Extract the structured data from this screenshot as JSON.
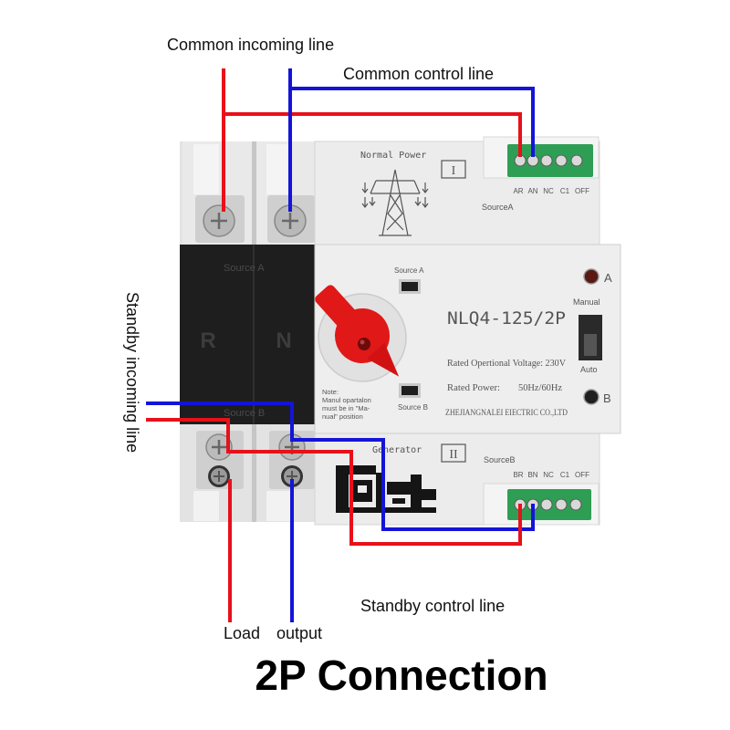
{
  "labels": {
    "common_incoming_line": "Common incoming line",
    "common_control_line": "Common control line",
    "standby_incoming_line": "Standby incoming line",
    "standby_control_line": "Standby control line",
    "load": "Load",
    "output": "output"
  },
  "title": "2P Connection",
  "device": {
    "source_a_panel": {
      "name": "Normal Power",
      "numeral": "I",
      "module_label": "SourceA",
      "terminals": [
        "AR",
        "AN",
        "NC",
        "C1",
        "OFF"
      ]
    },
    "source_b_panel": {
      "name": "Generator",
      "numeral": "II",
      "module_label": "SourceB",
      "terminals": [
        "BR",
        "BN",
        "NC",
        "C1",
        "OFF"
      ]
    },
    "poles": {
      "top_label": "Source A",
      "bottom_label": "Source B",
      "pole_1": "R",
      "pole_2": "N"
    },
    "indicator_windows": {
      "a": "Source A",
      "b": "Source B"
    },
    "model": "NLQ4-125/2P",
    "rated_voltage": "Rated Opertional Voltage: 230V",
    "rated_power_label": "Rated Power:",
    "rated_power_value": "50Hz/60Hz",
    "manufacturer": "ZHEJIANGNALEI EIECTRIC CO.,LTD",
    "note_lines": [
      "Note:",
      "Manul opartalon",
      "must be in \"Ma-",
      "nual\" position"
    ],
    "mode_switch": {
      "top": "Manual",
      "bottom": "Auto"
    },
    "lamps": {
      "a": "A",
      "b": "B"
    }
  },
  "colors": {
    "live_wire": "#e8101a",
    "neutral_wire": "#1414d8",
    "terminal_block": "#2f9e55",
    "handle": "#e01818",
    "housing": "#ececec",
    "pole_cover": "#1e1e1e"
  },
  "icons": [
    "pylon-icon",
    "generator-icon",
    "screw-icon",
    "rotary-handle-icon",
    "lamp-icon"
  ]
}
